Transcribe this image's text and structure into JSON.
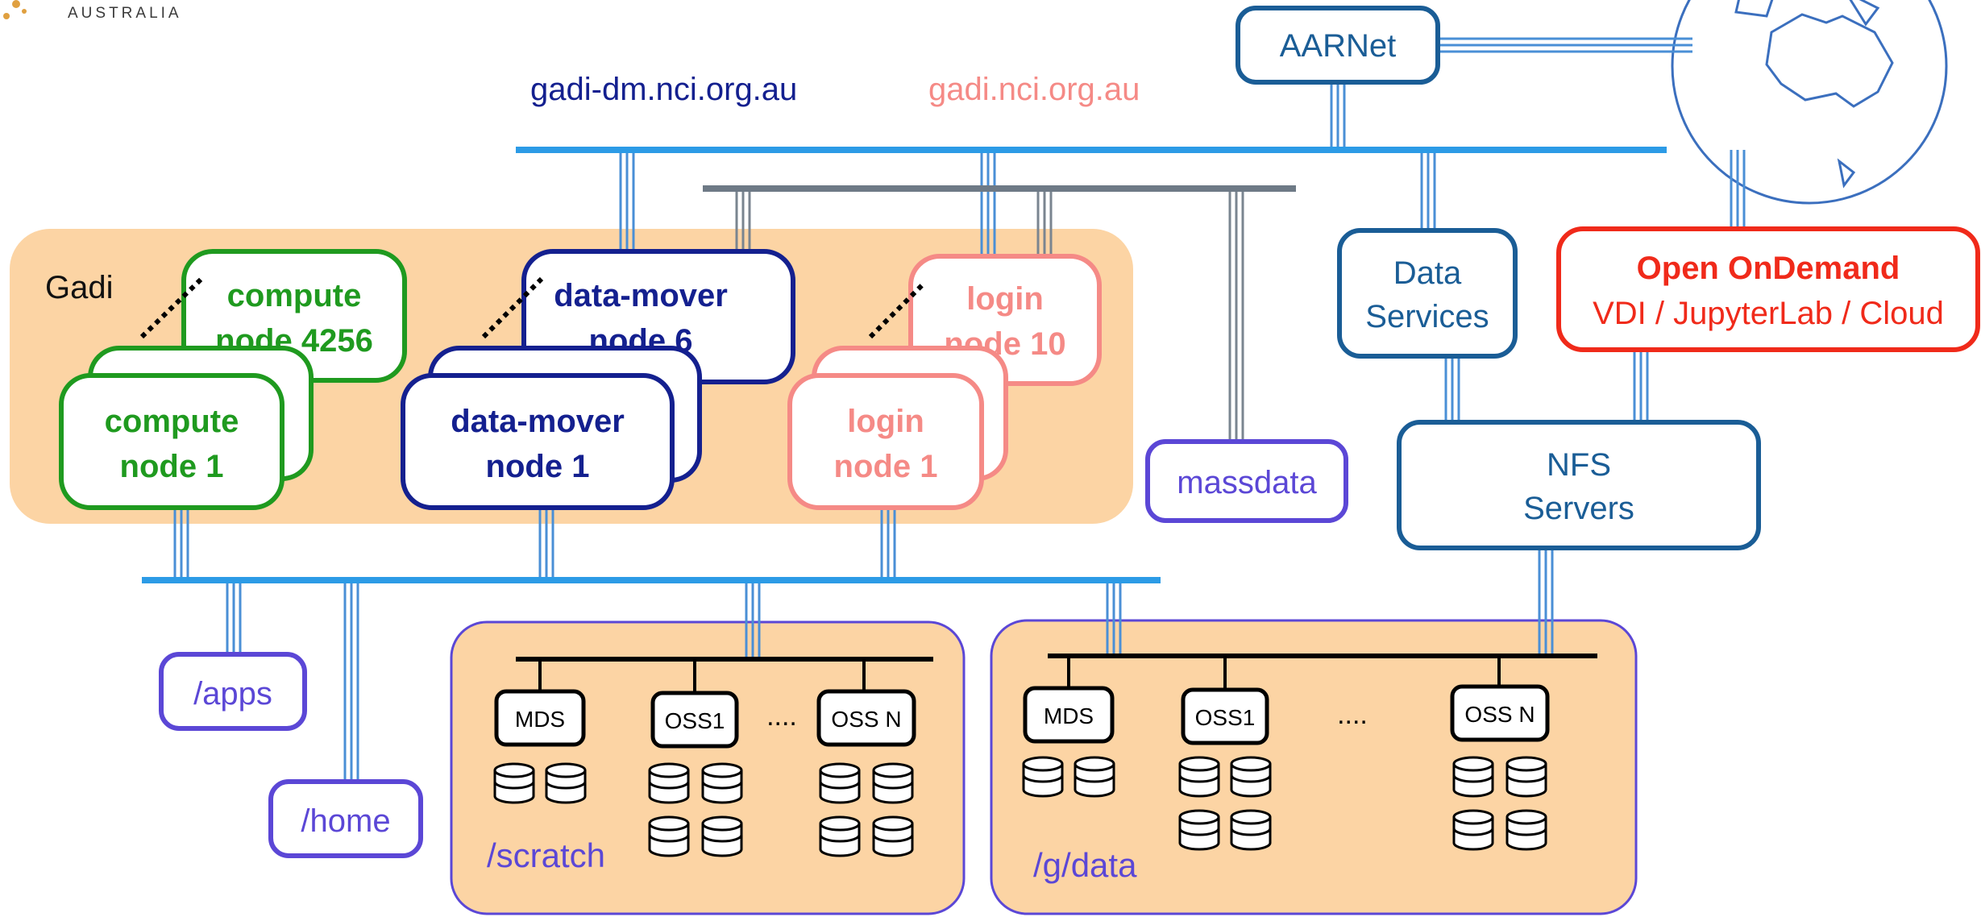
{
  "logo": {
    "text": "AUSTRALIA"
  },
  "hosts": {
    "datamover": "gadi-dm.nci.org.au",
    "login": "gadi.nci.org.au"
  },
  "aarnet": "AARNet",
  "gadi": {
    "label": "Gadi",
    "compute": {
      "back": [
        "compute",
        "node 4256"
      ],
      "front": [
        "compute",
        "node 1"
      ]
    },
    "datamover": {
      "back": [
        "data-mover",
        "node 6"
      ],
      "front": [
        "data-mover",
        "node 1"
      ]
    },
    "login": {
      "back": [
        "login",
        "node 10"
      ],
      "front": [
        "login",
        "node 1"
      ]
    }
  },
  "data_services": [
    "Data",
    "Services"
  ],
  "ood": {
    "line1": "Open OnDemand",
    "line2": "VDI / JupyterLab / Cloud"
  },
  "nfs": [
    "NFS",
    "Servers"
  ],
  "massdata": "massdata",
  "apps": "/apps",
  "home": "/home",
  "scratch": {
    "label": "/scratch",
    "mds": "MDS",
    "oss1": "OSS1",
    "ossn": "OSS N",
    "dots": "...."
  },
  "gdata": {
    "label": "/g/data",
    "mds": "MDS",
    "oss1": "OSS1",
    "ossn": "OSS N",
    "dots": "...."
  },
  "colors": {
    "green": "#1f9a1f",
    "navy": "#14208f",
    "pink": "#f58a86",
    "blue": "#1a5d96",
    "red": "#f02a1a",
    "purple": "#5b47d6",
    "net": "#2c9be6",
    "gray": "#6e7a86",
    "peach": "#fcd4a4"
  }
}
